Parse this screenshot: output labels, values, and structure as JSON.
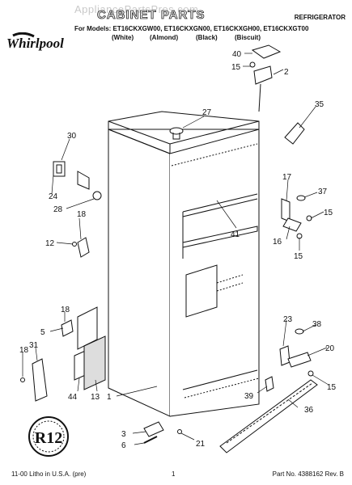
{
  "header": {
    "watermark": "AppliancePartsPros.com",
    "title": "CABINET PARTS",
    "category": "REFRIGERATOR",
    "models_line": "For Models: ET16CKXGW00, ET16CKXGN00, ET16CKXGH00, ET16CKXGT00",
    "colors": [
      "(White)",
      "(Almond)",
      "(Black)",
      "(Biscuit)"
    ]
  },
  "brand": {
    "name": "Whirlpool"
  },
  "callouts": [
    "40",
    "15",
    "2",
    "27",
    "35",
    "30",
    "24",
    "28",
    "18",
    "12",
    "17",
    "37",
    "15",
    "16",
    "15",
    "41",
    "18",
    "5",
    "23",
    "38",
    "20",
    "31",
    "18",
    "44",
    "13",
    "1",
    "39",
    "15",
    "36",
    "3",
    "6",
    "21"
  ],
  "footer": {
    "litho": "11-00 Litho in U.S.A. (pre)",
    "page": "1",
    "part_no": "Part No. 4388162 Rev. B"
  }
}
